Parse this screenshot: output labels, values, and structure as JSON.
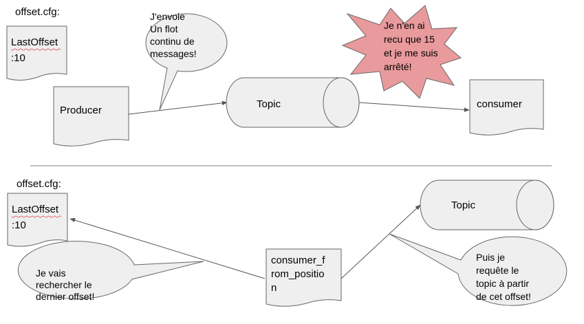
{
  "top": {
    "cfg_label": "offset.cfg:",
    "cfg_lines": [
      "LastOffset",
      ":10"
    ],
    "producer": "Producer",
    "topic": "Topic",
    "consumer": "consumer",
    "callout_lines": [
      "J'envoie",
      "Un flot",
      "continu de",
      "messages!"
    ],
    "star_lines": [
      "Je n'en ai",
      "recu que 15",
      "et je me suis",
      "arrêté!"
    ]
  },
  "bottom": {
    "cfg_label": "offset.cfg:",
    "cfg_lines": [
      "LastOffset",
      ":10"
    ],
    "topic": "Topic",
    "consumer_lines": [
      "consumer_f",
      "rom_positio",
      "n"
    ],
    "left_callout_lines": [
      "Je vais",
      "rechercher le",
      "dernier offset!"
    ],
    "right_callout_lines": [
      "Puis je",
      "requête le",
      "topic à partir",
      "de cet offset!"
    ]
  },
  "colors": {
    "shape_fill": "#efefef",
    "shape_stroke": "#666666",
    "star_fill": "#e99a9c",
    "divider": "#aaaaaa",
    "spell_underline": "#e04040"
  }
}
